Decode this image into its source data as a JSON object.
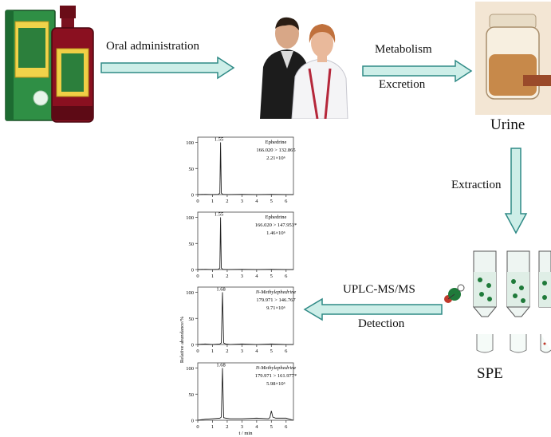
{
  "labels": {
    "oral_admin": "Oral administration",
    "metabolism": "Metabolism",
    "excretion": "Excretion",
    "urine": "Urine",
    "extraction": "Extraction",
    "spe": "SPE",
    "uplc": "UPLC-MS/MS",
    "detection": "Detection"
  },
  "colors": {
    "arrow_fill": "#cdeee8",
    "arrow_stroke": "#2f8a86",
    "box_green": "#2f8f45",
    "bottle_red": "#8a1020",
    "urine_amber": "#c7894a",
    "trace": "#222222"
  },
  "chart_data": [
    {
      "type": "line",
      "title": "Ephedrine",
      "transition": "166.020 > 132.865",
      "area": "2.21×10⁶",
      "peak_label": "1.55",
      "x_ticks": [
        0,
        1,
        2,
        3,
        4,
        5,
        6
      ],
      "y_ticks": [
        0,
        50,
        100
      ],
      "xlim": [
        0,
        6.5
      ],
      "ylim": [
        0,
        110
      ],
      "x": [
        0,
        0.5,
        1,
        1.4,
        1.5,
        1.55,
        1.6,
        1.7,
        2,
        3,
        4,
        5,
        6,
        6.5
      ],
      "y": [
        0,
        0.5,
        0,
        0.5,
        3,
        100,
        3,
        0.5,
        0,
        0.5,
        0,
        0.5,
        0,
        0
      ]
    },
    {
      "type": "line",
      "title": "Ephedrine",
      "transition": "166.020 > 147.953*",
      "area": "1.46×10⁶",
      "peak_label": "1.55",
      "x_ticks": [
        0,
        1,
        2,
        3,
        4,
        5,
        6
      ],
      "y_ticks": [
        0,
        50,
        100
      ],
      "xlim": [
        0,
        6.5
      ],
      "ylim": [
        0,
        110
      ],
      "x": [
        0,
        0.5,
        1,
        1.4,
        1.5,
        1.55,
        1.6,
        1.7,
        2,
        3,
        4,
        5,
        6,
        6.5
      ],
      "y": [
        0,
        0.5,
        0,
        0.5,
        3,
        100,
        3,
        0.5,
        0,
        0.5,
        0,
        0.5,
        0,
        0
      ]
    },
    {
      "type": "line",
      "title": "N-Methylephedrine",
      "transition": "179.971 > 146.767",
      "area": "9.71×10⁶",
      "peak_label": "1.68",
      "x_ticks": [
        0,
        1,
        2,
        3,
        4,
        5,
        6
      ],
      "y_ticks": [
        0,
        50,
        100
      ],
      "xlim": [
        0,
        6.5
      ],
      "ylim": [
        0,
        110
      ],
      "x": [
        0,
        0.5,
        1,
        1.5,
        1.6,
        1.68,
        1.76,
        1.9,
        2.2,
        3,
        4,
        5,
        6,
        6.5
      ],
      "y": [
        0,
        1,
        0,
        1,
        3,
        100,
        3,
        1,
        0,
        1,
        0,
        1,
        0,
        0
      ],
      "ylabel": "Relative abundance/%"
    },
    {
      "type": "line",
      "title": "N-Methylephedrine",
      "transition": "179.971 > 161.977*",
      "area": "5.98×10⁶",
      "peak_label": "1.68",
      "x_ticks": [
        0,
        1,
        2,
        3,
        4,
        5,
        6
      ],
      "y_ticks": [
        0,
        50,
        100
      ],
      "xlim": [
        0,
        6.5
      ],
      "ylim": [
        0,
        110
      ],
      "x": [
        0,
        0.5,
        1,
        1.5,
        1.6,
        1.68,
        1.76,
        1.9,
        2.2,
        3,
        4,
        4.8,
        4.9,
        5.0,
        5.1,
        5.3,
        6,
        6.5
      ],
      "y": [
        0,
        2,
        3,
        4,
        6,
        100,
        5,
        4,
        3,
        3,
        4,
        3,
        5,
        18,
        6,
        4,
        4,
        0
      ],
      "xlabel": "t / min"
    }
  ]
}
